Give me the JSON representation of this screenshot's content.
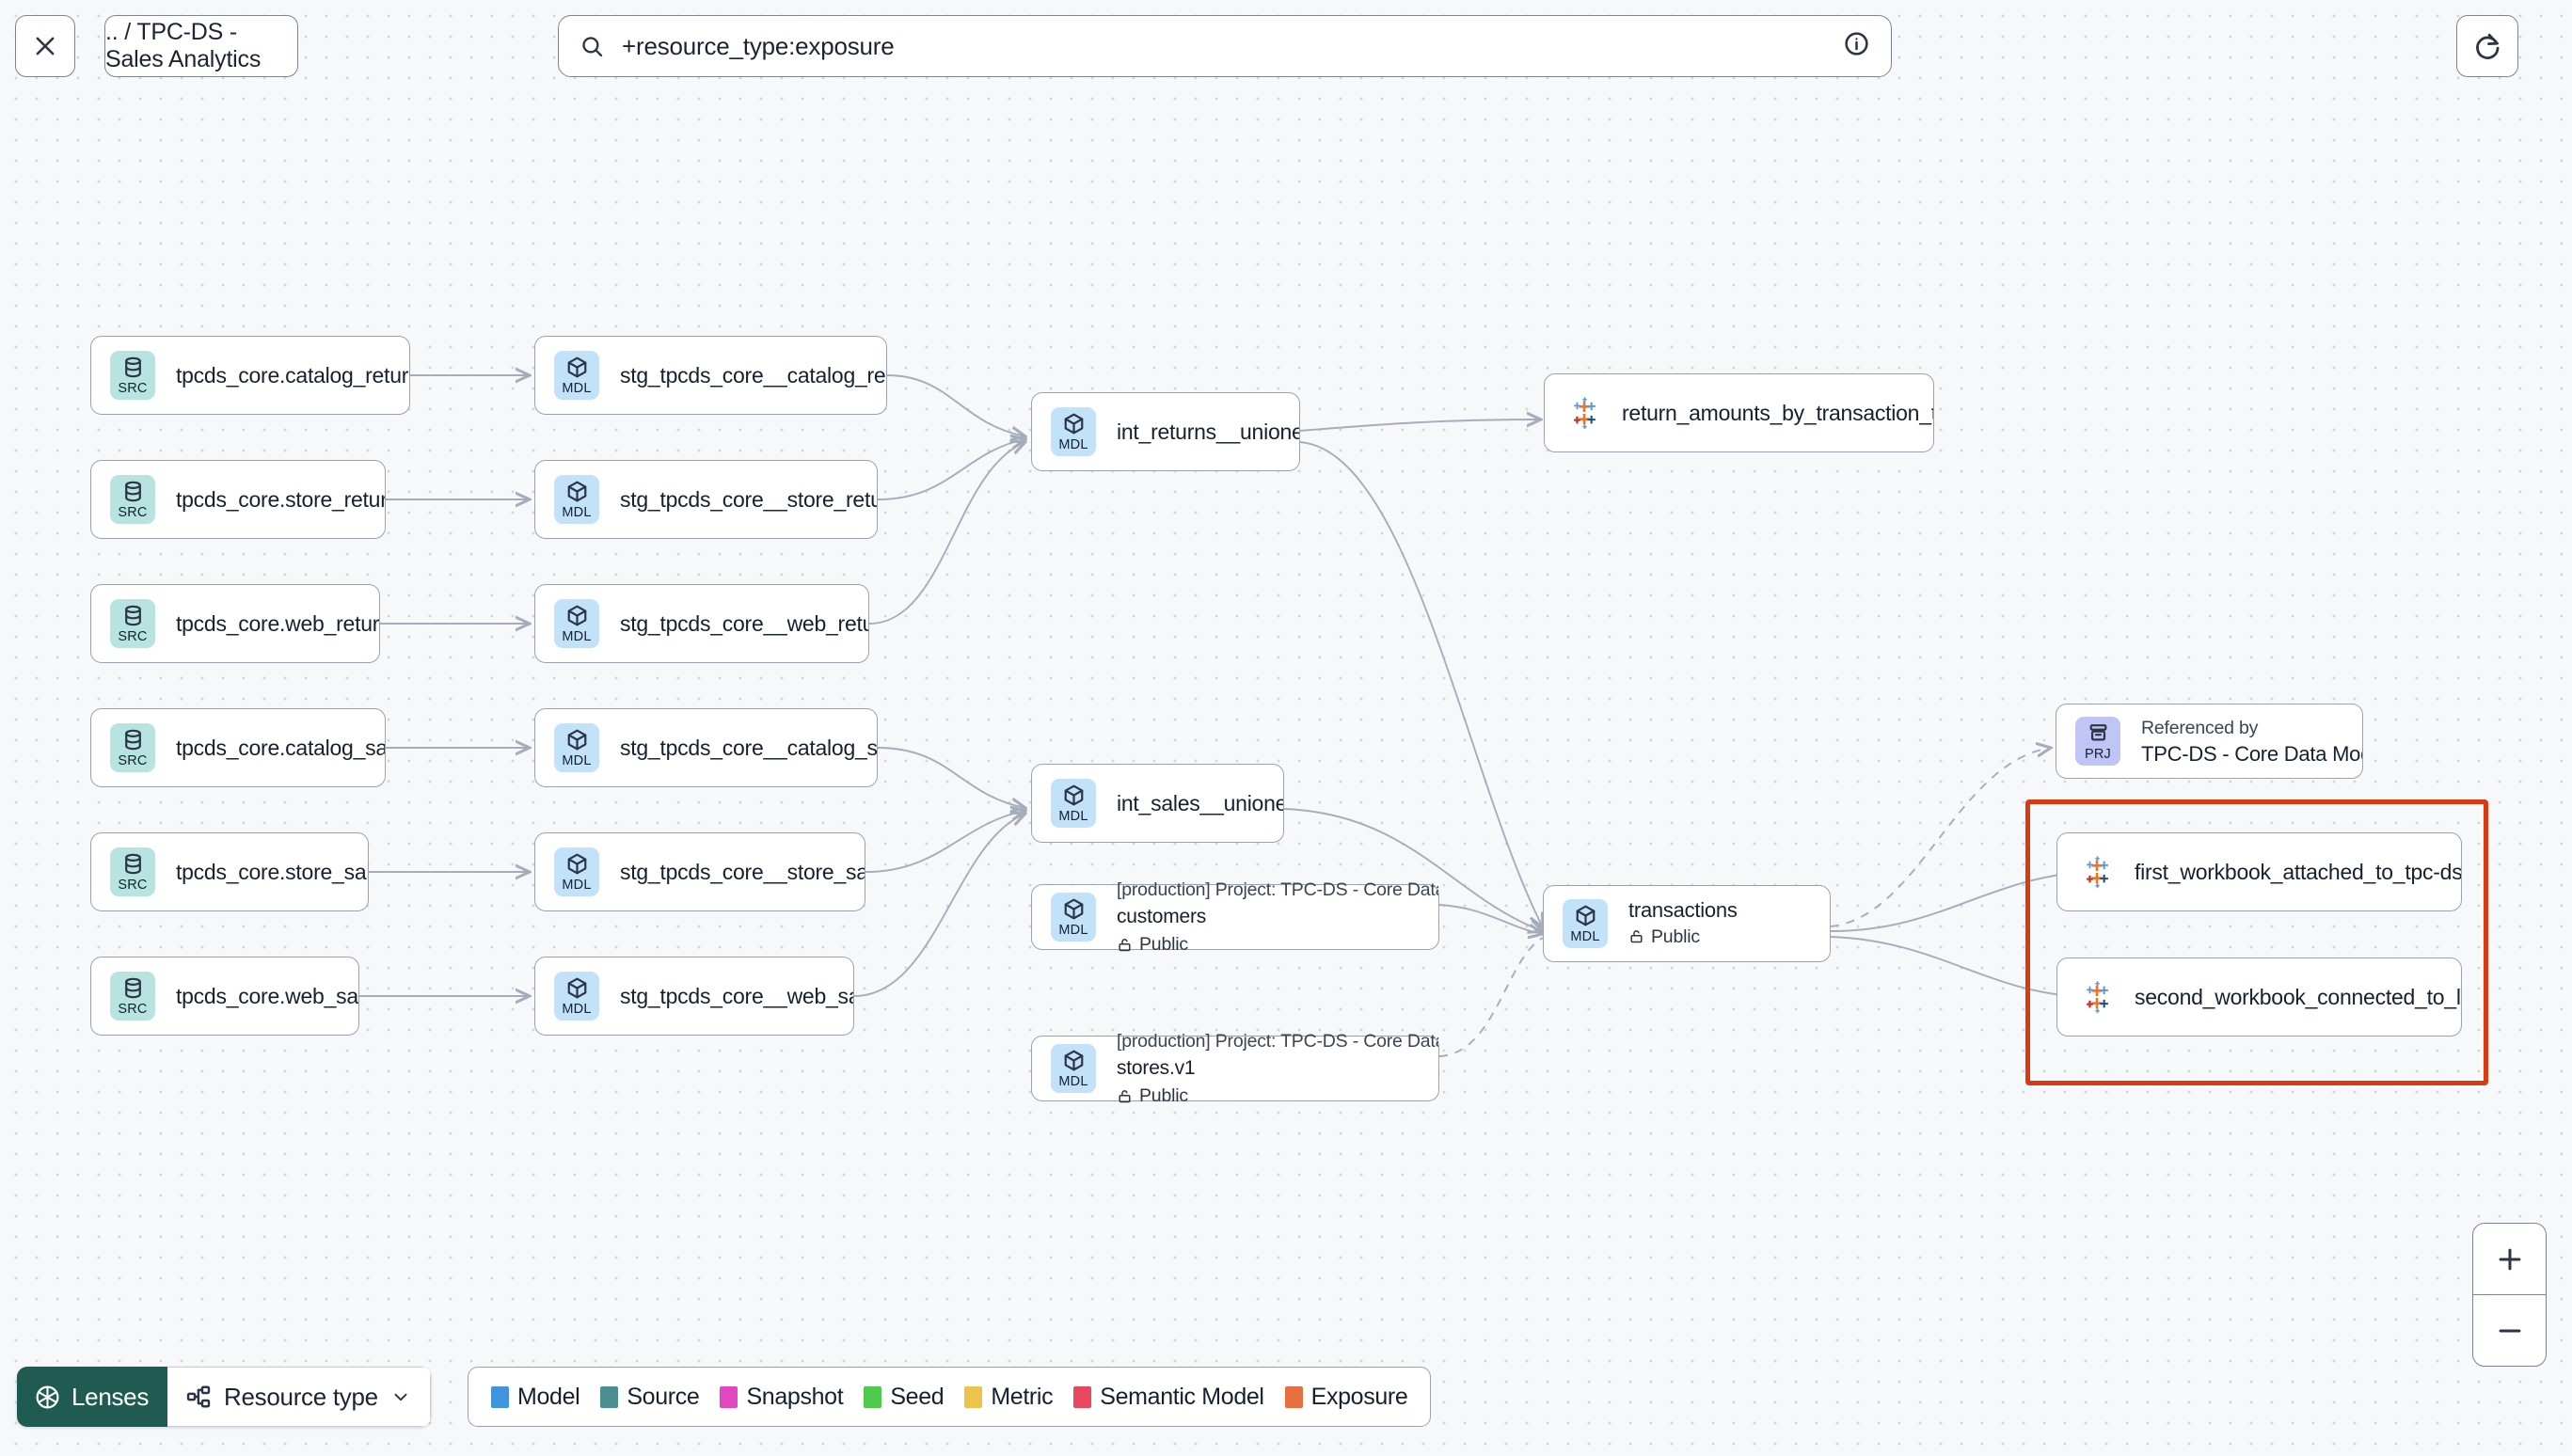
{
  "topbar": {
    "close_icon": "close-icon",
    "breadcrumb": ".. / TPC-DS - Sales Analytics",
    "search": {
      "icon": "search-icon",
      "value": "+resource_type:exposure",
      "info_icon": "info-circle-icon"
    },
    "refresh_icon": "refresh-icon"
  },
  "graph": {
    "sources": [
      {
        "badge": "SRC",
        "title": "tpcds_core.catalog_returns"
      },
      {
        "badge": "SRC",
        "title": "tpcds_core.store_returns"
      },
      {
        "badge": "SRC",
        "title": "tpcds_core.web_returns"
      },
      {
        "badge": "SRC",
        "title": "tpcds_core.catalog_sales"
      },
      {
        "badge": "SRC",
        "title": "tpcds_core.store_sales"
      },
      {
        "badge": "SRC",
        "title": "tpcds_core.web_sales"
      }
    ],
    "staging": [
      {
        "badge": "MDL",
        "title": "stg_tpcds_core__catalog_returns"
      },
      {
        "badge": "MDL",
        "title": "stg_tpcds_core__store_returns"
      },
      {
        "badge": "MDL",
        "title": "stg_tpcds_core__web_returns"
      },
      {
        "badge": "MDL",
        "title": "stg_tpcds_core__catalog_sales"
      },
      {
        "badge": "MDL",
        "title": "stg_tpcds_core__store_sales"
      },
      {
        "badge": "MDL",
        "title": "stg_tpcds_core__web_sales"
      }
    ],
    "intermediate": [
      {
        "badge": "MDL",
        "title": "int_returns__unioned"
      },
      {
        "badge": "MDL",
        "title": "int_sales__unioned"
      }
    ],
    "project_models": [
      {
        "badge": "MDL",
        "subtitle": "[production] Project: TPC-DS - Core Data Mo…",
        "title": "customers",
        "access": "Public",
        "access_icon": "unlock-icon"
      },
      {
        "badge": "MDL",
        "subtitle": "[production] Project: TPC-DS - Core Data Mo…",
        "title": "stores.v1",
        "access": "Public",
        "access_icon": "unlock-icon"
      }
    ],
    "transactions": {
      "badge": "MDL",
      "title": "transactions",
      "access": "Public",
      "access_icon": "unlock-icon"
    },
    "project_ref": {
      "badge": "PRJ",
      "subtitle": "Referenced by",
      "title": "TPC-DS - Core Data Models"
    },
    "exposures": [
      {
        "icon": "tableau-icon",
        "title": "return_amounts_by_transaction_type"
      },
      {
        "icon": "tableau-icon",
        "title": "first_workbook_attached_to_tpc-ds_-_…"
      },
      {
        "icon": "tableau-icon",
        "title": "second_workbook_connected_to_live…"
      }
    ],
    "selection_color": "#d93a12"
  },
  "bottombar": {
    "lenses": {
      "label": "Lenses",
      "icon": "aperture-icon",
      "color": "#1f5b51"
    },
    "resource_type": {
      "label": "Resource type",
      "icon": "hierarchy-icon",
      "chevron": "chevron-down-icon"
    },
    "legend": [
      {
        "label": "Model",
        "color": "#3f94dd"
      },
      {
        "label": "Source",
        "color": "#4b8e92"
      },
      {
        "label": "Snapshot",
        "color": "#e246c0"
      },
      {
        "label": "Seed",
        "color": "#4ec94e"
      },
      {
        "label": "Metric",
        "color": "#ecc44b"
      },
      {
        "label": "Semantic Model",
        "color": "#e8485f"
      },
      {
        "label": "Exposure",
        "color": "#e8703f"
      }
    ],
    "zoom_in": "plus-icon",
    "zoom_out": "minus-icon"
  }
}
